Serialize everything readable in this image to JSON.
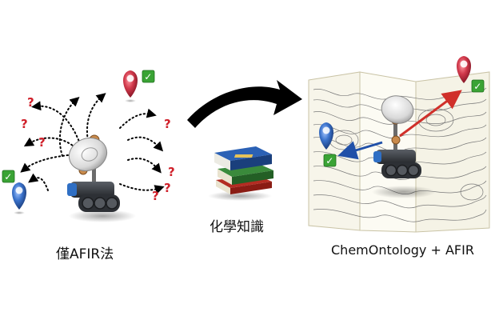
{
  "labels": {
    "left_caption": "僅AFIR法",
    "middle_caption": "化學知識",
    "right_caption": "ChemOntology + AFIR"
  },
  "marks": {
    "question": "?",
    "check": "✓"
  },
  "colors": {
    "question_red": "#d0202a",
    "check_green": "#3aa335",
    "pin_red": "#c0283a",
    "pin_blue": "#2f6fc4",
    "arrow_black": "#000000",
    "arrow_red": "#d0302a",
    "arrow_blue": "#2050a8",
    "map_paper": "#fbfbf6",
    "contour": "#7a7a7a"
  }
}
